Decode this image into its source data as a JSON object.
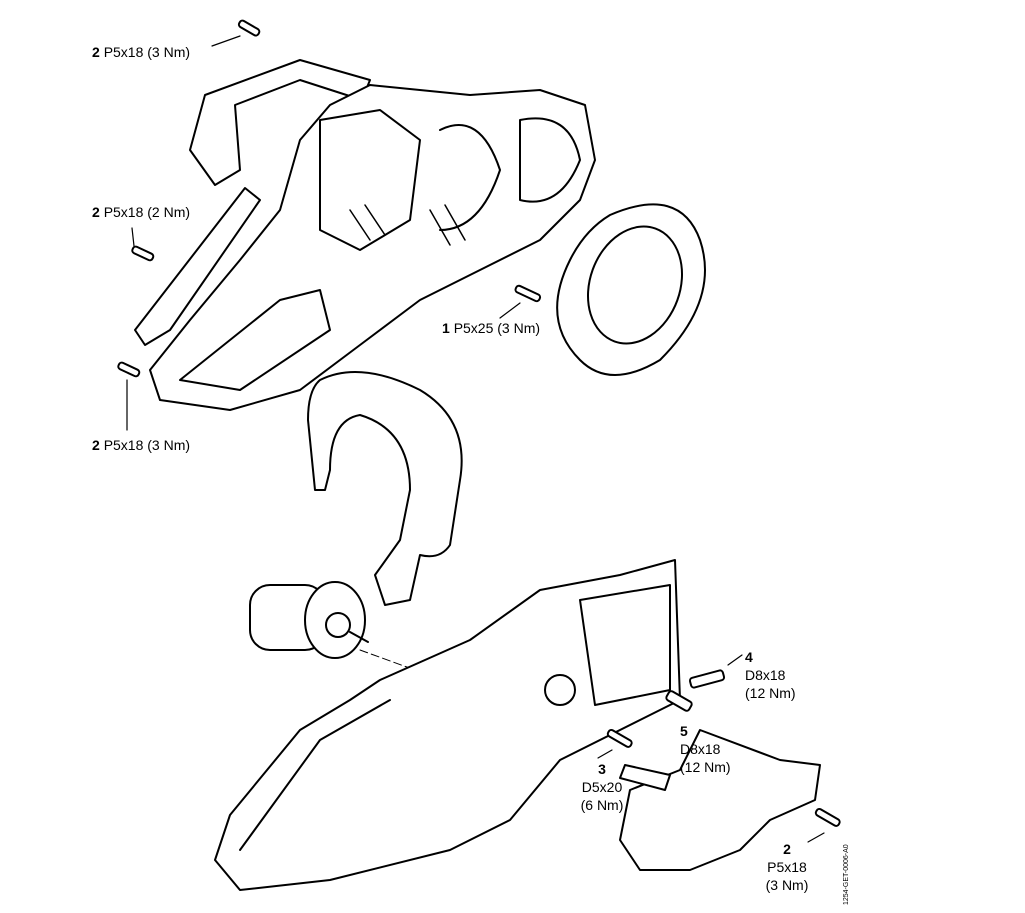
{
  "callouts": [
    {
      "qty": "2",
      "spec": "P5x18 (3 Nm)"
    },
    {
      "qty": "2",
      "spec": "P5x18 (2 Nm)"
    },
    {
      "qty": "1",
      "spec": "P5x25 (3 Nm)"
    },
    {
      "qty": "2",
      "spec": "P5x18 (3 Nm)"
    },
    {
      "qty": "4",
      "spec": "D8x18",
      "torque": "(12 Nm)"
    },
    {
      "qty": "5",
      "spec": "D8x18",
      "torque": "(12 Nm)"
    },
    {
      "qty": "3",
      "spec": "D5x20",
      "torque": "(6 Nm)"
    },
    {
      "qty": "2",
      "spec": "P5x18",
      "torque": "(3 Nm)"
    }
  ],
  "drawing_code": "1254-GET-0006-A0"
}
